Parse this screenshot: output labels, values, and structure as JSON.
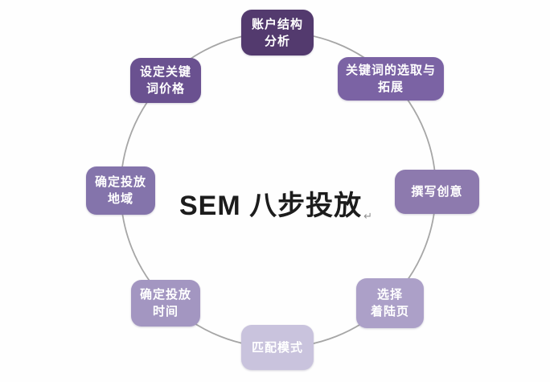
{
  "main": {
    "title": "SEM 八步投放",
    "return_mark": "↵"
  },
  "diagram": {
    "type": "cycle",
    "background_color": "#fefefe",
    "circle_color": "#a6a6a6",
    "steps": [
      {
        "name": "account-structure-analysis",
        "line1": "账户结构",
        "line2": "分析",
        "color": "#533a6e",
        "position": "top"
      },
      {
        "name": "keyword-selection-expansion",
        "line1": "关键词的选取与",
        "line2": "拓展",
        "color": "#7b63a4",
        "position": "top-right"
      },
      {
        "name": "write-creative",
        "line1": "撰写创意",
        "line2": "",
        "color": "#8d7aae",
        "position": "right"
      },
      {
        "name": "choose-landing-page",
        "line1": "选择",
        "line2": "着陆页",
        "color": "#aca0c8",
        "position": "bottom-right"
      },
      {
        "name": "match-mode",
        "line1": "匹配模式",
        "line2": "",
        "color": "#c9c3dd",
        "position": "bottom"
      },
      {
        "name": "determine-launch-time",
        "line1": "确定投放",
        "line2": "时间",
        "color": "#a396c1",
        "position": "bottom-left"
      },
      {
        "name": "determine-launch-region",
        "line1": "确定投放",
        "line2": "地域",
        "color": "#8474ab",
        "position": "left"
      },
      {
        "name": "set-keyword-price",
        "line1": "设定关键",
        "line2": "词价格",
        "color": "#6a5190",
        "position": "top-left"
      }
    ]
  }
}
